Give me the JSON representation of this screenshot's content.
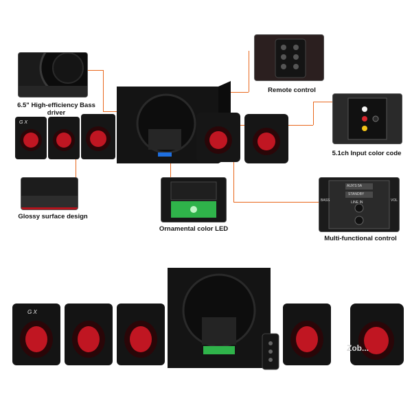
{
  "callouts": {
    "bass_driver": "6.5\" High-efficiency Bass driver",
    "remote_control": "Remote control",
    "input_color_code": "5.1ch Input color code",
    "glossy_surface": "Glossy surface design",
    "color_led": "Ornamental color LED",
    "multi_control": "Multi-functional control"
  },
  "brand_badge": "G X",
  "panel_texts": {
    "aux": "AUX'S 5A",
    "standby": "STANDBY",
    "line_in": "LINE IN",
    "bass": "BASS",
    "vol": "VOL"
  },
  "watermark": "Zob...",
  "colors": {
    "accent_leader": "#e8661a",
    "speaker_red": "#c01622",
    "led_green": "#2fb34a",
    "led_blue": "#1e6fe0",
    "body": "#141414"
  }
}
